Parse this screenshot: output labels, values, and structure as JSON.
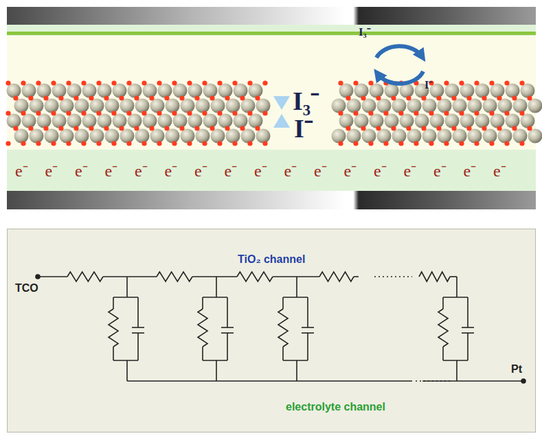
{
  "diagram": {
    "labels": [
      "I₃⁻",
      "I₃⁻",
      "I⁻",
      "I⁻",
      "e⁻",
      "e⁻",
      "e⁻",
      "e⁻",
      "e⁻",
      "e⁻",
      "e⁻",
      "e⁻",
      "e⁻",
      "e⁻",
      "e⁻",
      "e⁻",
      "e⁻",
      "e⁻",
      "e⁻",
      "e⁻",
      "e⁻",
      "TiO₂ channel",
      "TCO",
      "Pt",
      "electrolyte channel"
    ]
  }
}
